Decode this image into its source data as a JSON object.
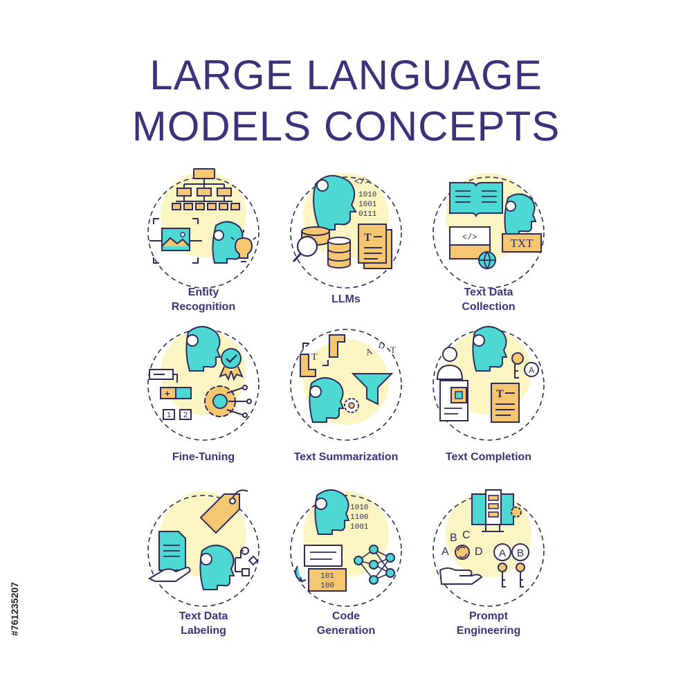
{
  "title": {
    "line1": "LARGE LANGUAGE",
    "line2": "MODELS CONCEPTS"
  },
  "colors": {
    "title": "#3b327a",
    "stroke": "#2f2a5a",
    "teal": "#4ed8d3",
    "yellow_bg": "#fbf5c4",
    "orange": "#f6c771"
  },
  "concepts": [
    {
      "icon": "entity-recognition-icon",
      "label_lines": [
        "Entity",
        "Recognition"
      ]
    },
    {
      "icon": "llms-icon",
      "label_lines": [
        "LLMs"
      ]
    },
    {
      "icon": "text-data-collection-icon",
      "label_lines": [
        "Text Data",
        "Collection"
      ]
    },
    {
      "icon": "fine-tuning-icon",
      "label_lines": [
        "Fine-Tuning"
      ]
    },
    {
      "icon": "text-summarization-icon",
      "label_lines": [
        "Text Summarization"
      ]
    },
    {
      "icon": "text-completion-icon",
      "label_lines": [
        "Text Completion"
      ]
    },
    {
      "icon": "text-data-labeling-icon",
      "label_lines": [
        "Text Data",
        "Labeling"
      ]
    },
    {
      "icon": "code-generation-icon",
      "label_lines": [
        "Code",
        "Generation"
      ]
    },
    {
      "icon": "prompt-engineering-icon",
      "label_lines": [
        "Prompt",
        "Engineering"
      ]
    }
  ],
  "icon_text": {
    "txt": "TXT",
    "code_tag": "</>",
    "binary_a": "1010",
    "binary_b": "1001",
    "binary_c": "0111",
    "binary_d": "1100",
    "code_101": "101",
    "code_100": "100",
    "step1": "1",
    "step2": "2",
    "plus": "+",
    "t_letter": "T",
    "key_a": "A",
    "key_b": "B",
    "letters": [
      "A",
      "B",
      "C",
      "D"
    ]
  },
  "credit": "#761235207"
}
